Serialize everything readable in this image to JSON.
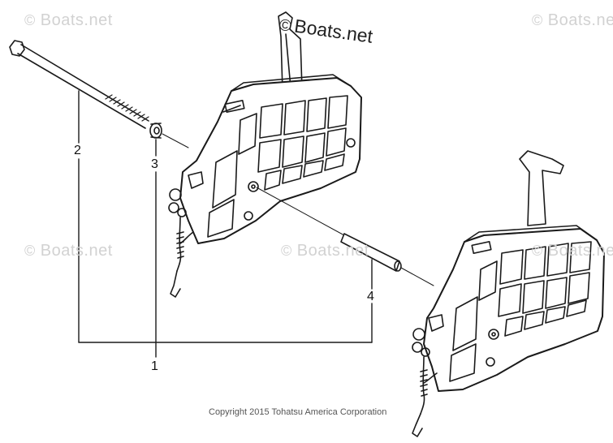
{
  "watermarks": {
    "symbol": "©",
    "text": "Boats.net"
  },
  "callouts": {
    "c1": "1",
    "c2": "2",
    "c3": "3",
    "c4": "4"
  },
  "copyright": "Copyright 2015 Tohatsu America Corporation",
  "colors": {
    "line": "#1a1a1a",
    "watermark": "#d2d2d2",
    "background": "#ffffff"
  }
}
